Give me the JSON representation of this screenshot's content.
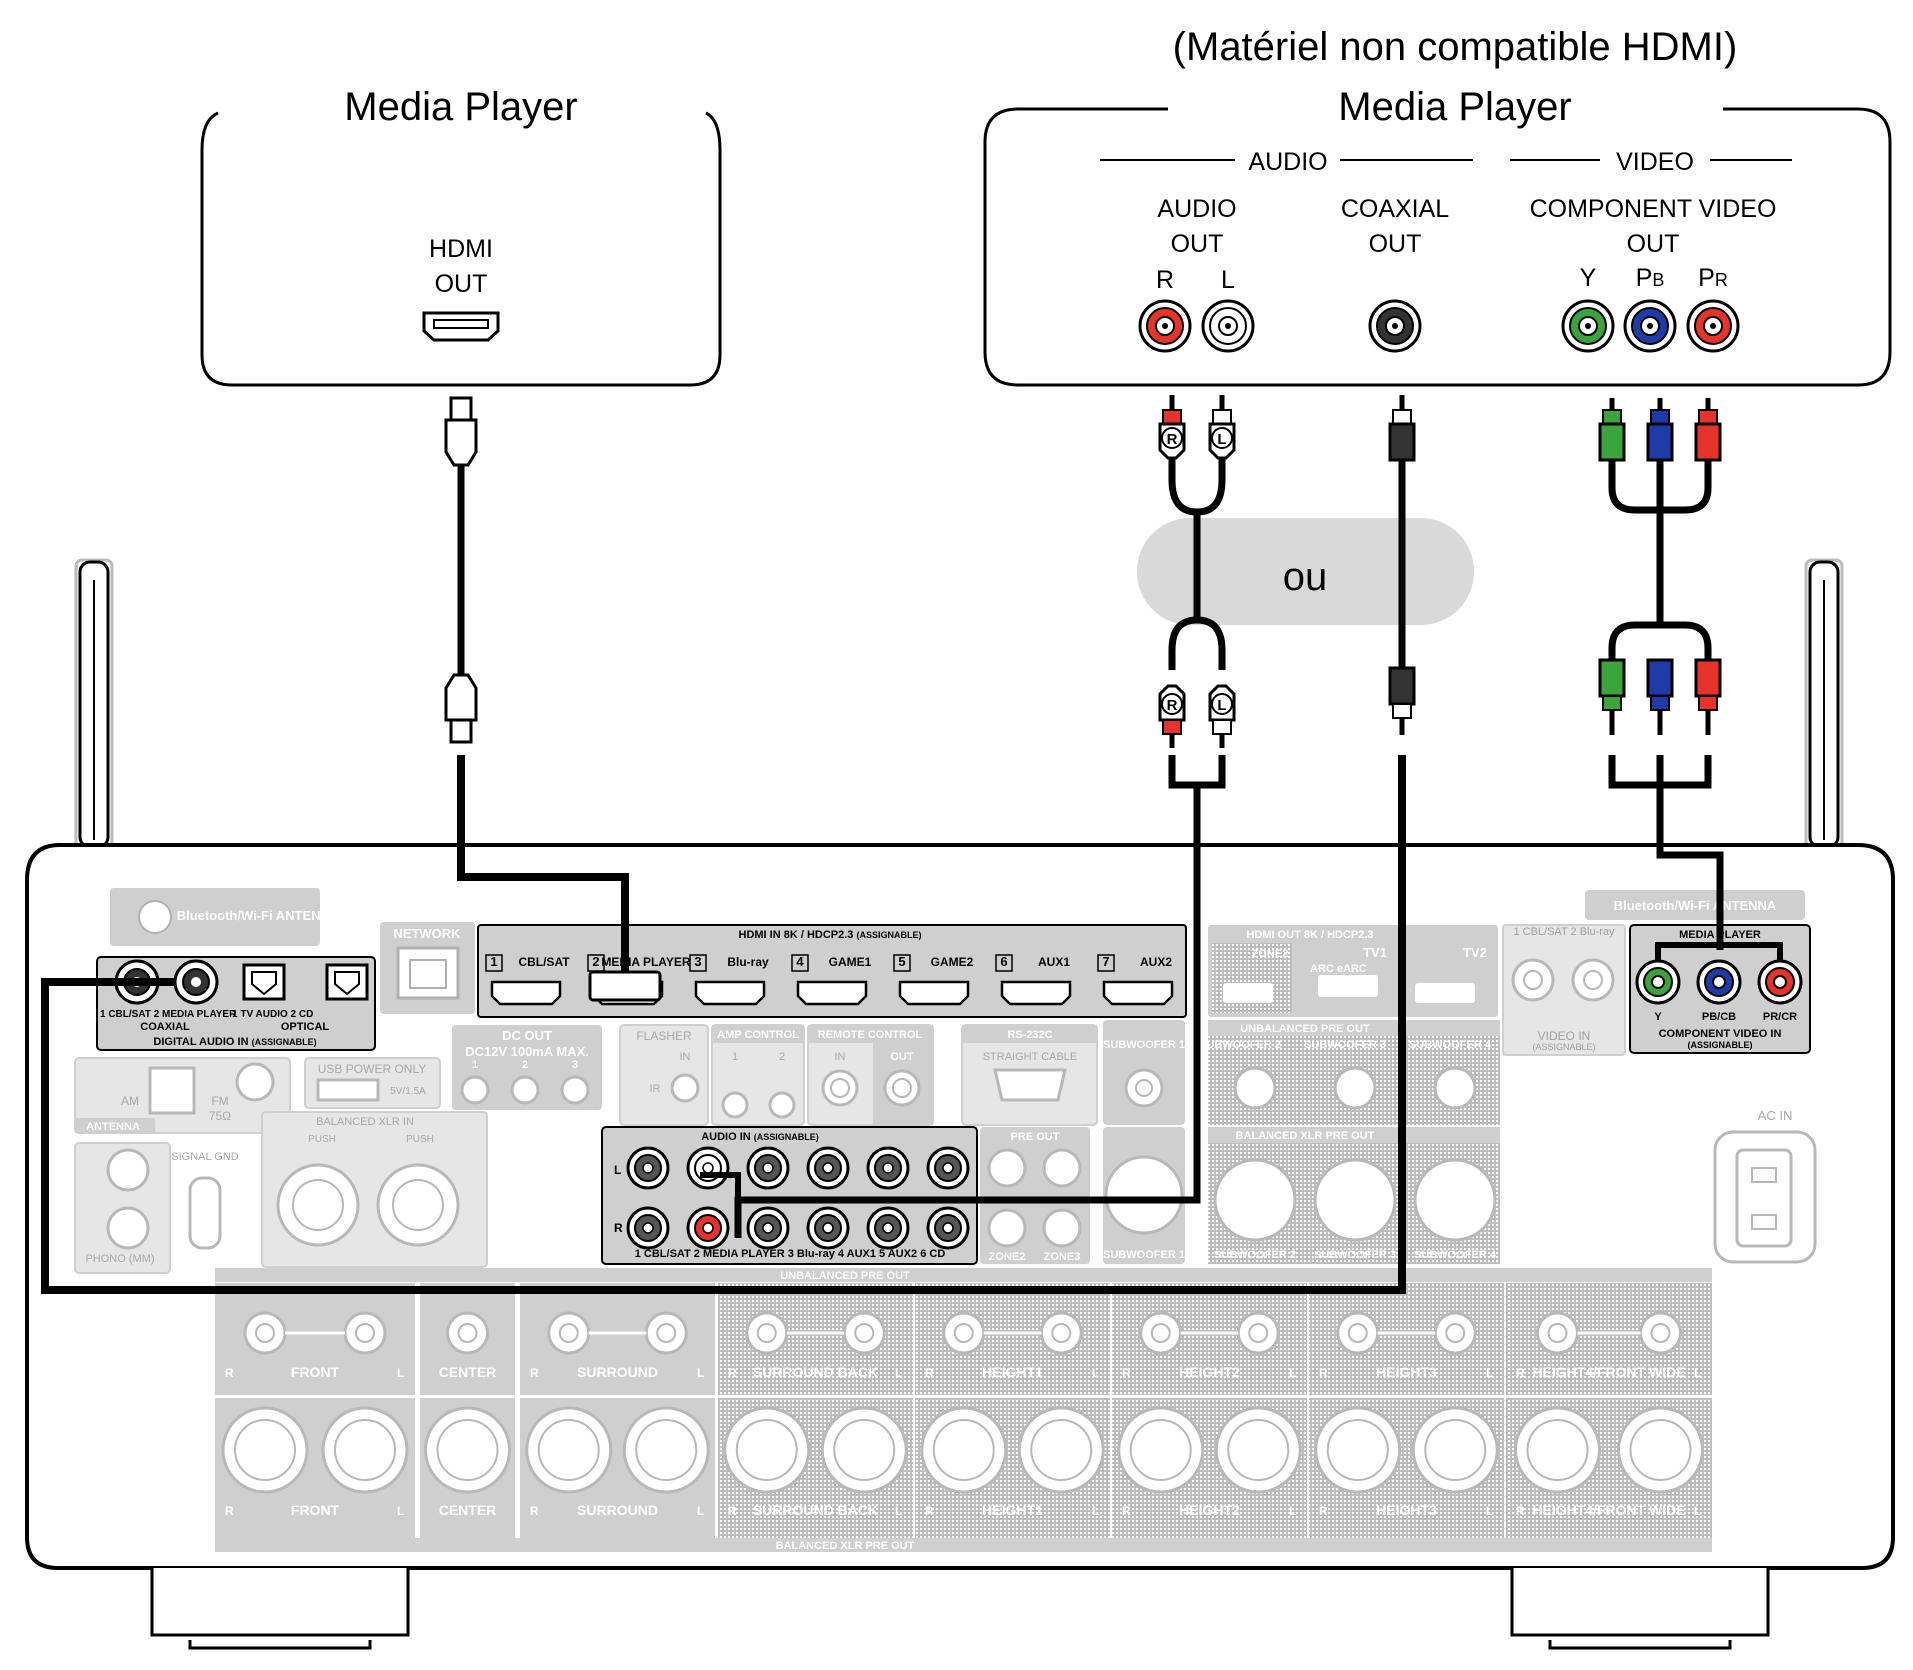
{
  "left_device": {
    "title": "Media Player",
    "port_line1": "HDMI",
    "port_line2": "OUT"
  },
  "right_device": {
    "note": "(Matériel non compatible HDMI)",
    "title": "Media Player",
    "group_audio": "AUDIO",
    "group_video": "VIDEO",
    "audio_out_line1": "AUDIO",
    "audio_out_line2": "OUT",
    "r": "R",
    "l": "L",
    "coax_line1": "COAXIAL",
    "coax_line2": "OUT",
    "comp_line1": "COMPONENT VIDEO",
    "comp_line2": "OUT",
    "y": "Y",
    "pb": "P",
    "pb_sub": "B",
    "pr": "P",
    "pr_sub": "R"
  },
  "or_label": "ou",
  "plug_r": "R",
  "plug_l": "L",
  "colors": {
    "red": "#e8332a",
    "green": "#3aa53a",
    "blue": "#1e3ca8",
    "white": "#ffffff",
    "grey_panel": "#cfcfcf",
    "cable": "#000000",
    "or_bubble": "#d9d9d9"
  },
  "receiver": {
    "bt_antenna_left": "Bluetooth/Wi-Fi ANTENNA",
    "bt_antenna_right": "Bluetooth/Wi-Fi ANTENNA",
    "network": "NETWORK",
    "hdmi_in_title": "HDMI IN   8K / HDCP2.3",
    "hdmi_in_assign": "(ASSIGNABLE)",
    "hdmi_inputs": [
      "1",
      "CBL/SAT",
      "2",
      "MEDIA PLAYER",
      "3",
      "Blu-ray",
      "4",
      "GAME1",
      "5",
      "GAME2",
      "6",
      "AUX1",
      "7",
      "AUX2"
    ],
    "hdmi_out_title": "HDMI OUT   8K / HDCP2.3",
    "tv1": "TV1",
    "tv2": "TV2",
    "zone2": "ZONE2",
    "arc": "ARC eARC",
    "coax_digital": "1 CBL/SAT   2 MEDIA PLAYER",
    "coaxial": "COAXIAL",
    "optical_inputs": "1 TV AUDIO      2 CD",
    "optical": "OPTICAL",
    "digital_audio_in": "DIGITAL AUDIO IN",
    "assignable": "(ASSIGNABLE)",
    "dc_out": "DC OUT",
    "dc_spec": "DC12V 100mA MAX.",
    "dc_ports": [
      "1",
      "2",
      "3"
    ],
    "flasher": "FLASHER",
    "in": "IN",
    "ir": "IR",
    "amp_control": "AMP CONTROL",
    "amp_ports": [
      "1",
      "2"
    ],
    "remote_control": "REMOTE CONTROL",
    "out": "OUT",
    "rs232c": "RS-232C",
    "straight_cable": "STRAIGHT CABLE",
    "usb_power": "USB POWER ONLY",
    "usb_spec": "5V/1.5A",
    "am": "AM",
    "fm": "FM",
    "fm_ohm": "75Ω",
    "antenna": "ANTENNA",
    "balanced_xlr_in": "BALANCED XLR IN",
    "push": "PUSH",
    "signal_gnd": "SIGNAL GND",
    "phono": "PHONO (MM)",
    "audio_in_small": "AUDIO IN",
    "audio_in_title": "AUDIO IN",
    "audio_in_inputs": "1 CBL/SAT  2 MEDIA PLAYER  3 Blu-ray  4 AUX1   5 AUX2    6 CD",
    "pre_out": "PRE OUT",
    "zone2_out": "ZONE2",
    "zone3_out": "ZONE3",
    "subwoofer1": "SUBWOOFER 1",
    "subwoofer2": "SUBWOOFER 2",
    "subwoofer3": "SUBWOOFER 3",
    "subwoofer4": "SUBWOOFER 4",
    "unbalanced_pre_out": "UNBALANCED PRE OUT",
    "balanced_xlr_pre_out": "BALANCED XLR PRE OUT",
    "video_in": "VIDEO IN",
    "video_in_inputs": "1 CBL/SAT   2 Blu-ray",
    "comp_media_player": "MEDIA PLAYER",
    "comp_labels": [
      "Y",
      "PB/CB",
      "PR/CR"
    ],
    "comp_video_in": "COMPONENT VIDEO IN",
    "ac_in": "AC IN",
    "front": "FRONT",
    "center": "CENTER",
    "surround": "SURROUND",
    "surround_back": "SURROUND BACK",
    "height1": "HEIGHT1",
    "height2": "HEIGHT2",
    "height3": "HEIGHT3",
    "height4": "HEIGHT4/FRONT WIDE",
    "r_mark": "R",
    "l_mark": "L"
  }
}
